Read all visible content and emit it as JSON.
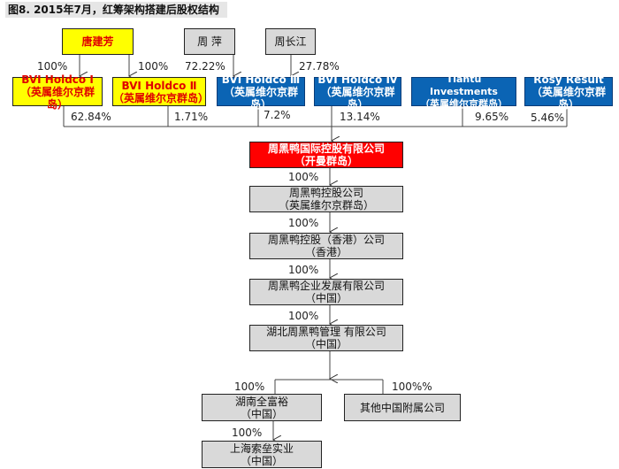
{
  "title": "图8. 2015年7月，红筹架构搭建后股权结构",
  "persons": [
    {
      "name": "唐建芳"
    },
    {
      "name": "周 萍"
    },
    {
      "name": "周长江"
    }
  ],
  "person_pcts": [
    "100%",
    "100%",
    "72.22%",
    "27.78%"
  ],
  "holders": [
    {
      "name": "BVI Holdco I",
      "place": "（英属维尔京群岛）",
      "pct": "62.84%"
    },
    {
      "name": "BVI Holdco Ⅱ",
      "place": "（英属维尔京群岛）",
      "pct": "1.71%"
    },
    {
      "name": "BVI Holdco Ⅲ",
      "place": "（英属维尔京群岛）",
      "pct": "7.2%"
    },
    {
      "name": "BVI Holdco Ⅳ",
      "place": "（英属维尔京群岛）",
      "pct": "13.14%"
    },
    {
      "name": "Tiantu Investments",
      "place": "（英属维尔京群岛）",
      "pct": "9.65%"
    },
    {
      "name": "Rosy Result",
      "place": "（英属维尔京群岛）",
      "pct": "5.46%"
    }
  ],
  "chain": [
    {
      "name": "周黑鸭国际控股有限公司",
      "place": "（开曼群岛）"
    },
    {
      "name": "周黑鸭控股公司",
      "place": "（英属维尔京群岛）",
      "pct": "100%"
    },
    {
      "name": "周黑鸭控股（香港）公司",
      "place": "（香港）",
      "pct": "100%"
    },
    {
      "name": "周黑鸭企业发展有限公司",
      "place": "（中国）",
      "pct": "100%"
    },
    {
      "name": "湖北周黑鸭管理 有限公司",
      "place": "（中国）",
      "pct": "100%"
    }
  ],
  "subs": [
    {
      "name": "湖南全富裕",
      "place": "（中国）",
      "pct": "100%"
    },
    {
      "name": "其他中国附属公司",
      "pct": "100%%"
    },
    {
      "name": "上海索垒实业",
      "place": "（中国）",
      "pct": "100%"
    }
  ]
}
